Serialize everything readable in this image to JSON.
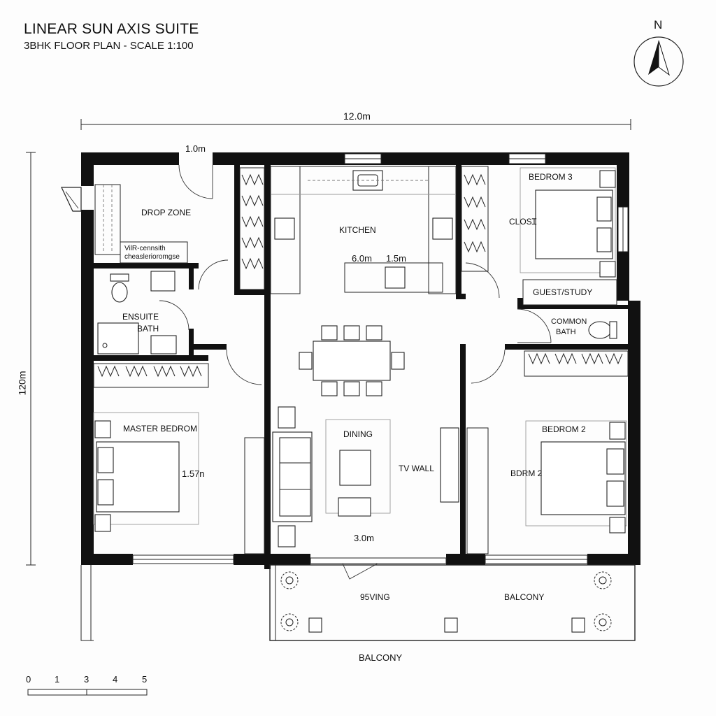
{
  "header": {
    "title": "LINEAR SUN AXIS SUITE",
    "subtitle": "3BHK FLOOR PLAN - SCALE 1:100"
  },
  "compass": {
    "label": "N",
    "icon": "north-arrow-icon"
  },
  "dimensions": {
    "top_width": "12.0m",
    "left_height": "120m",
    "entry_door": "1.0m",
    "kitchen_width": "6.0m",
    "island_width": "1.5m",
    "master_bed_width": "1.57n",
    "living_width": "3.0m"
  },
  "rooms": {
    "drop_zone": "DROP ZONE",
    "drop_zone_note_1": "VilR-cennsith",
    "drop_zone_note_2": "cheaslerioromgse",
    "kitchen": "KITCHEN",
    "bedroom_3": "BEDROM 3",
    "closet": "CLOSꞮ",
    "guest_study": "GUEST/STUDY",
    "common_bath_1": "COMMON",
    "common_bath_2": "BATH",
    "ensuite_1": "ENSUITE",
    "ensuite_2": "BATH",
    "master_bedroom": "MASTER BEDROM",
    "dining": "DINING",
    "tv_wall": "TV WALL",
    "bedroom_2": "BEDROM 2",
    "bdrm_2": "BDRM 2",
    "living_balcony": "95VING",
    "balcony_right": "BALCONY",
    "balcony_bottom": "BALCONY"
  },
  "scale_bar": {
    "ticks": [
      "0",
      "1",
      "3",
      "4",
      "5"
    ]
  },
  "colors": {
    "wall": "#111111",
    "paper": "#fdfdfd",
    "line": "#222222"
  }
}
